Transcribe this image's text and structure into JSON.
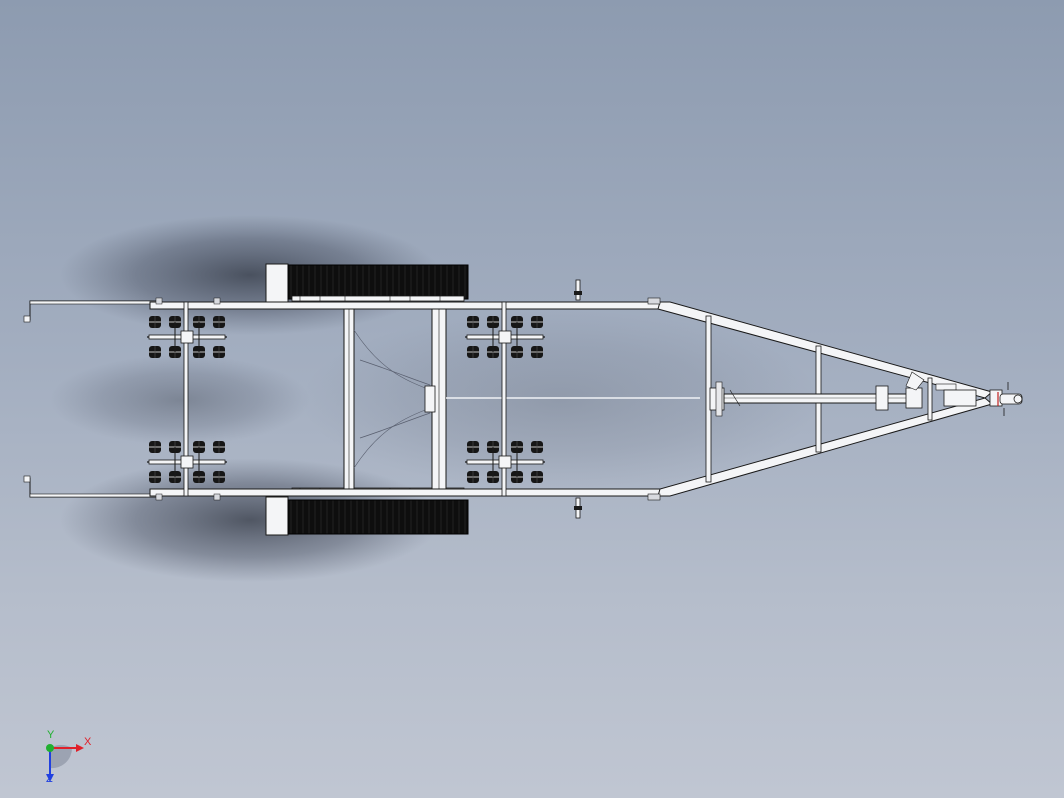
{
  "viewport": {
    "background_top": "#8d9bb0",
    "background_bottom": "#c0c6d2"
  },
  "model": {
    "frame_color": "#f4f5f7",
    "line_color": "#1a1a1a",
    "tire_color": "#111111"
  },
  "triad": {
    "x_label": "X",
    "y_label": "Y",
    "z_label": "Z",
    "x_color": "#e0202a",
    "y_color": "#20b030",
    "z_color": "#2040e0"
  }
}
